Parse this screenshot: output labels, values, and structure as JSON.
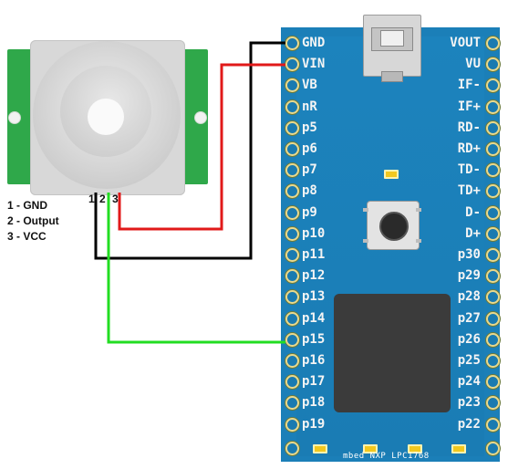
{
  "sensor": {
    "pin_numbers": [
      "1",
      "2",
      "3"
    ],
    "legend": [
      "1 - GND",
      "2 - Output",
      "3 - VCC"
    ]
  },
  "board": {
    "left_pins": [
      "GND",
      "VIN",
      "VB",
      "nR",
      "p5",
      "p6",
      "p7",
      "p8",
      "p9",
      "p10",
      "p11",
      "p12",
      "p13",
      "p14",
      "p15",
      "p16",
      "p17",
      "p18",
      "p19"
    ],
    "right_pins": [
      "VOUT",
      "VU",
      "IF-",
      "IF+",
      "RD-",
      "RD+",
      "TD-",
      "TD+",
      "D-",
      "D+",
      "p30",
      "p29",
      "p28",
      "p27",
      "p26",
      "p25",
      "p24",
      "p23",
      "p22"
    ],
    "silkscreen": "mbed NXP LPC1768"
  },
  "wires": {
    "gnd_color": "#000000",
    "vcc_color": "#e11919",
    "output_color": "#22dd22"
  },
  "colors": {
    "sensor_pcb": "#2fa84a",
    "board": "#1b7fb8",
    "pin_ring": "#e8d98e"
  }
}
